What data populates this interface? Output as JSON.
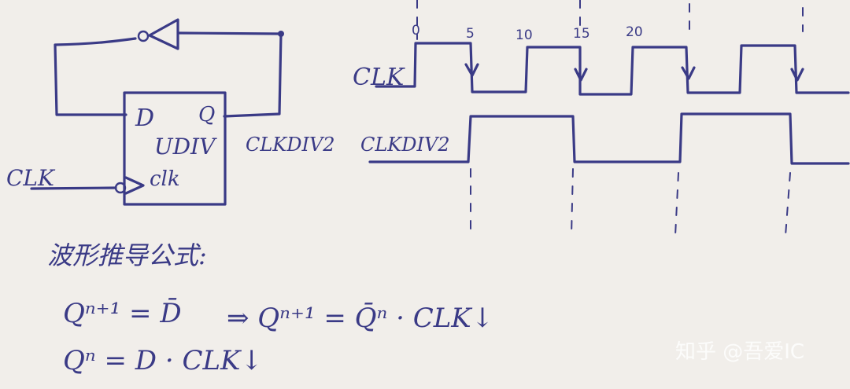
{
  "circuit": {
    "block_label": "UDIV",
    "pin_d": "D",
    "pin_q": "Q",
    "pin_clk": "clk",
    "input_label": "CLK",
    "output_label": "CLKDIV2"
  },
  "timing": {
    "clk_label": "CLK",
    "div_label": "CLKDIV2",
    "tick_labels": [
      "0",
      "5",
      "10",
      "15",
      "20"
    ]
  },
  "formulas": {
    "heading": "波形推导公式:",
    "line1": "Qⁿ⁺¹ = D̄",
    "line2": "Qⁿ = D · CLK↓",
    "line3": "⇒ Qⁿ⁺¹ = Q̄ⁿ · CLK↓"
  },
  "watermark": "知乎 @吾爱IC",
  "colors": {
    "ink": "#3a3a86",
    "paper": "#f1eeea"
  }
}
